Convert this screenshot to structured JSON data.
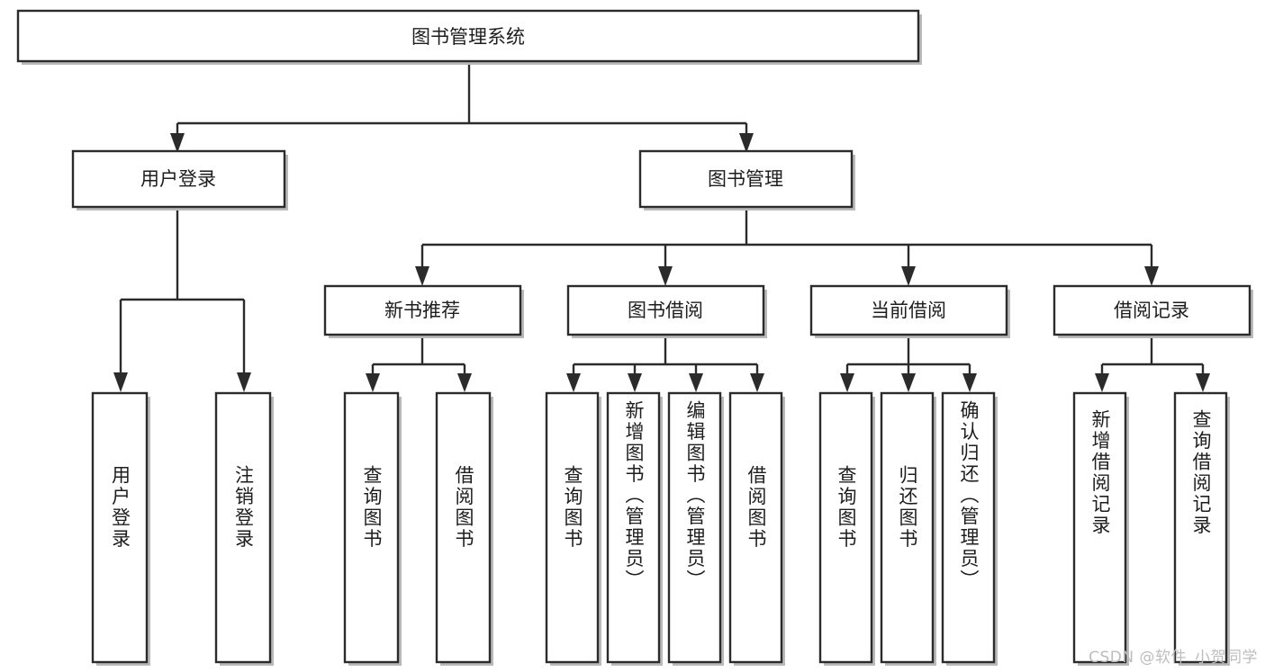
{
  "diagram": {
    "title": "图书管理系统",
    "type": "hierarchy-tree",
    "orientation": "top-down",
    "root": {
      "label": "图书管理系统",
      "children": [
        {
          "label": "用户登录",
          "children": [
            {
              "label": "用户登录"
            },
            {
              "label": "注销登录"
            }
          ]
        },
        {
          "label": "图书管理",
          "children": [
            {
              "label": "新书推荐",
              "children": [
                {
                  "label": "查询图书"
                },
                {
                  "label": "借阅图书"
                }
              ]
            },
            {
              "label": "图书借阅",
              "children": [
                {
                  "label": "查询图书"
                },
                {
                  "label": "新增图书（管理员）"
                },
                {
                  "label": "编辑图书（管理员）"
                },
                {
                  "label": "借阅图书"
                }
              ]
            },
            {
              "label": "当前借阅",
              "children": [
                {
                  "label": "查询图书"
                },
                {
                  "label": "归还图书"
                },
                {
                  "label": "确认归还（管理员）"
                }
              ]
            },
            {
              "label": "借阅记录",
              "children": [
                {
                  "label": "新增借阅记录"
                },
                {
                  "label": "查询借阅记录"
                }
              ]
            }
          ]
        }
      ]
    }
  },
  "nodes": {
    "root": "图书管理系统",
    "l1_user_login": "用户登录",
    "l1_book_mgmt": "图书管理",
    "l2_new_book_rec": "新书推荐",
    "l2_book_borrow": "图书借阅",
    "l2_current_borrow": "当前借阅",
    "l2_borrow_record": "借阅记录",
    "leaf_user_login": "用户登录",
    "leaf_logout": "注销登录",
    "leaf_rec_query": "查询图书",
    "leaf_rec_borrow": "借阅图书",
    "leaf_bb_query": "查询图书",
    "leaf_bb_add": "新增图书（管理员）",
    "leaf_bb_edit": "编辑图书（管理员）",
    "leaf_bb_borrow": "借阅图书",
    "leaf_cb_query": "查询图书",
    "leaf_cb_return": "归还图书",
    "leaf_cb_confirm": "确认归还（管理员）",
    "leaf_br_add": "新增借阅记录",
    "leaf_br_query": "查询借阅记录"
  },
  "watermark": {
    "text": "CSDN @软件_小贺同学"
  },
  "colors": {
    "stroke": "#2b2b2b",
    "fill": "#ffffff",
    "text": "#1d1d1d",
    "shadow": "#b9b9b9",
    "watermark": "#bdbdbd"
  }
}
